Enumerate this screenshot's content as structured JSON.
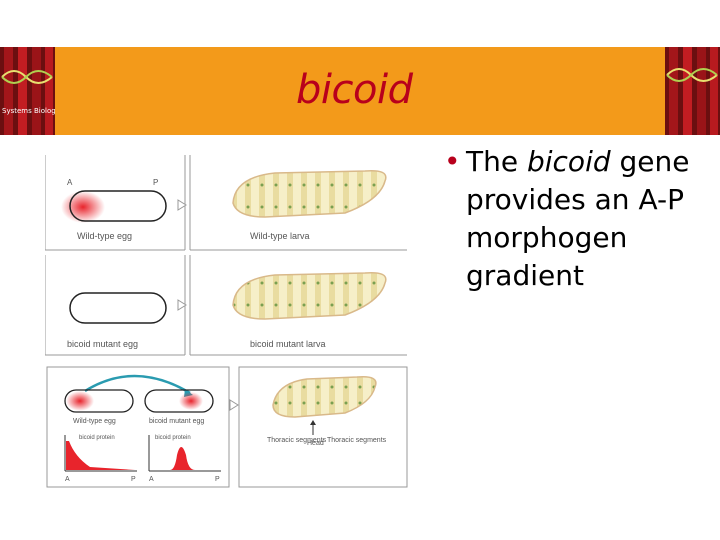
{
  "slide": {
    "title": "bicoid",
    "logo_text": "Systems Biology",
    "bullet": {
      "prefix": "The ",
      "emphasis": "bicoid",
      "suffix": " gene provides an A-P morphogen gradient"
    }
  },
  "figure": {
    "row1": {
      "egg_label": "Wild-type egg",
      "larva_label": "Wild-type larva",
      "axis_a": "A",
      "axis_p": "P"
    },
    "row2": {
      "egg_label": "bicoid mutant egg",
      "larva_label": "bicoid mutant larva"
    },
    "row3": {
      "egg1_label": "Wild-type egg",
      "egg2_label": "bicoid mutant egg",
      "plot1_label": "bicoid protein",
      "plot2_label": "bicoid protein",
      "axis_a": "A",
      "axis_p": "P",
      "thoracic_left": "Thoracic segments",
      "head": "Head",
      "thoracic_right": "Thoracic segments"
    }
  },
  "colors": {
    "banner": "#f39a1a",
    "title": "#b8001c",
    "morphogen": "#e8242c"
  }
}
